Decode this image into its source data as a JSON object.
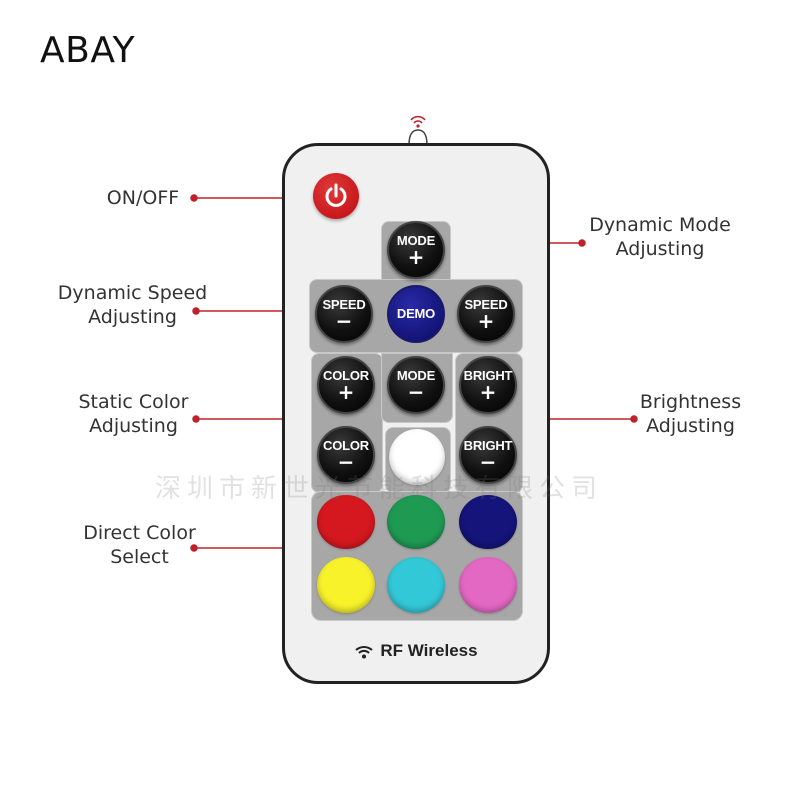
{
  "brand": "ABAY",
  "labels": {
    "on_off": "ON/OFF",
    "dynamic_mode": "Dynamic  Mode\nAdjusting",
    "dynamic_speed": "Dynamic  Speed\nAdjusting",
    "static_color": "Static  Color\nAdjusting",
    "brightness": "Brightness\nAdjusting",
    "direct_color": "Direct Color\nSelect"
  },
  "buttons": {
    "mode_plus": {
      "label": "MODE",
      "sign": "+"
    },
    "speed_minus": {
      "label": "SPEED",
      "sign": "−"
    },
    "demo": {
      "label": "DEMO"
    },
    "speed_plus": {
      "label": "SPEED",
      "sign": "+"
    },
    "color_plus": {
      "label": "COLOR",
      "sign": "+"
    },
    "mode_minus": {
      "label": "MODE",
      "sign": "−"
    },
    "bright_plus": {
      "label": "BRIGHT",
      "sign": "+"
    },
    "color_minus": {
      "label": "COLOR",
      "sign": "−"
    },
    "bright_minus": {
      "label": "BRIGHT",
      "sign": "−"
    }
  },
  "colors": {
    "white": "#ffffff",
    "red": "#d5181f",
    "green": "#1f9a53",
    "blue": "#14147a",
    "yellow": "#f8f22a",
    "cyan": "#33c8d8",
    "pink": "#e368c4",
    "leader_line": "#c0202a",
    "power": "#c8181d"
  },
  "rf_text": "RF  Wireless",
  "watermark": "深圳市新世光节能科技有限公司"
}
